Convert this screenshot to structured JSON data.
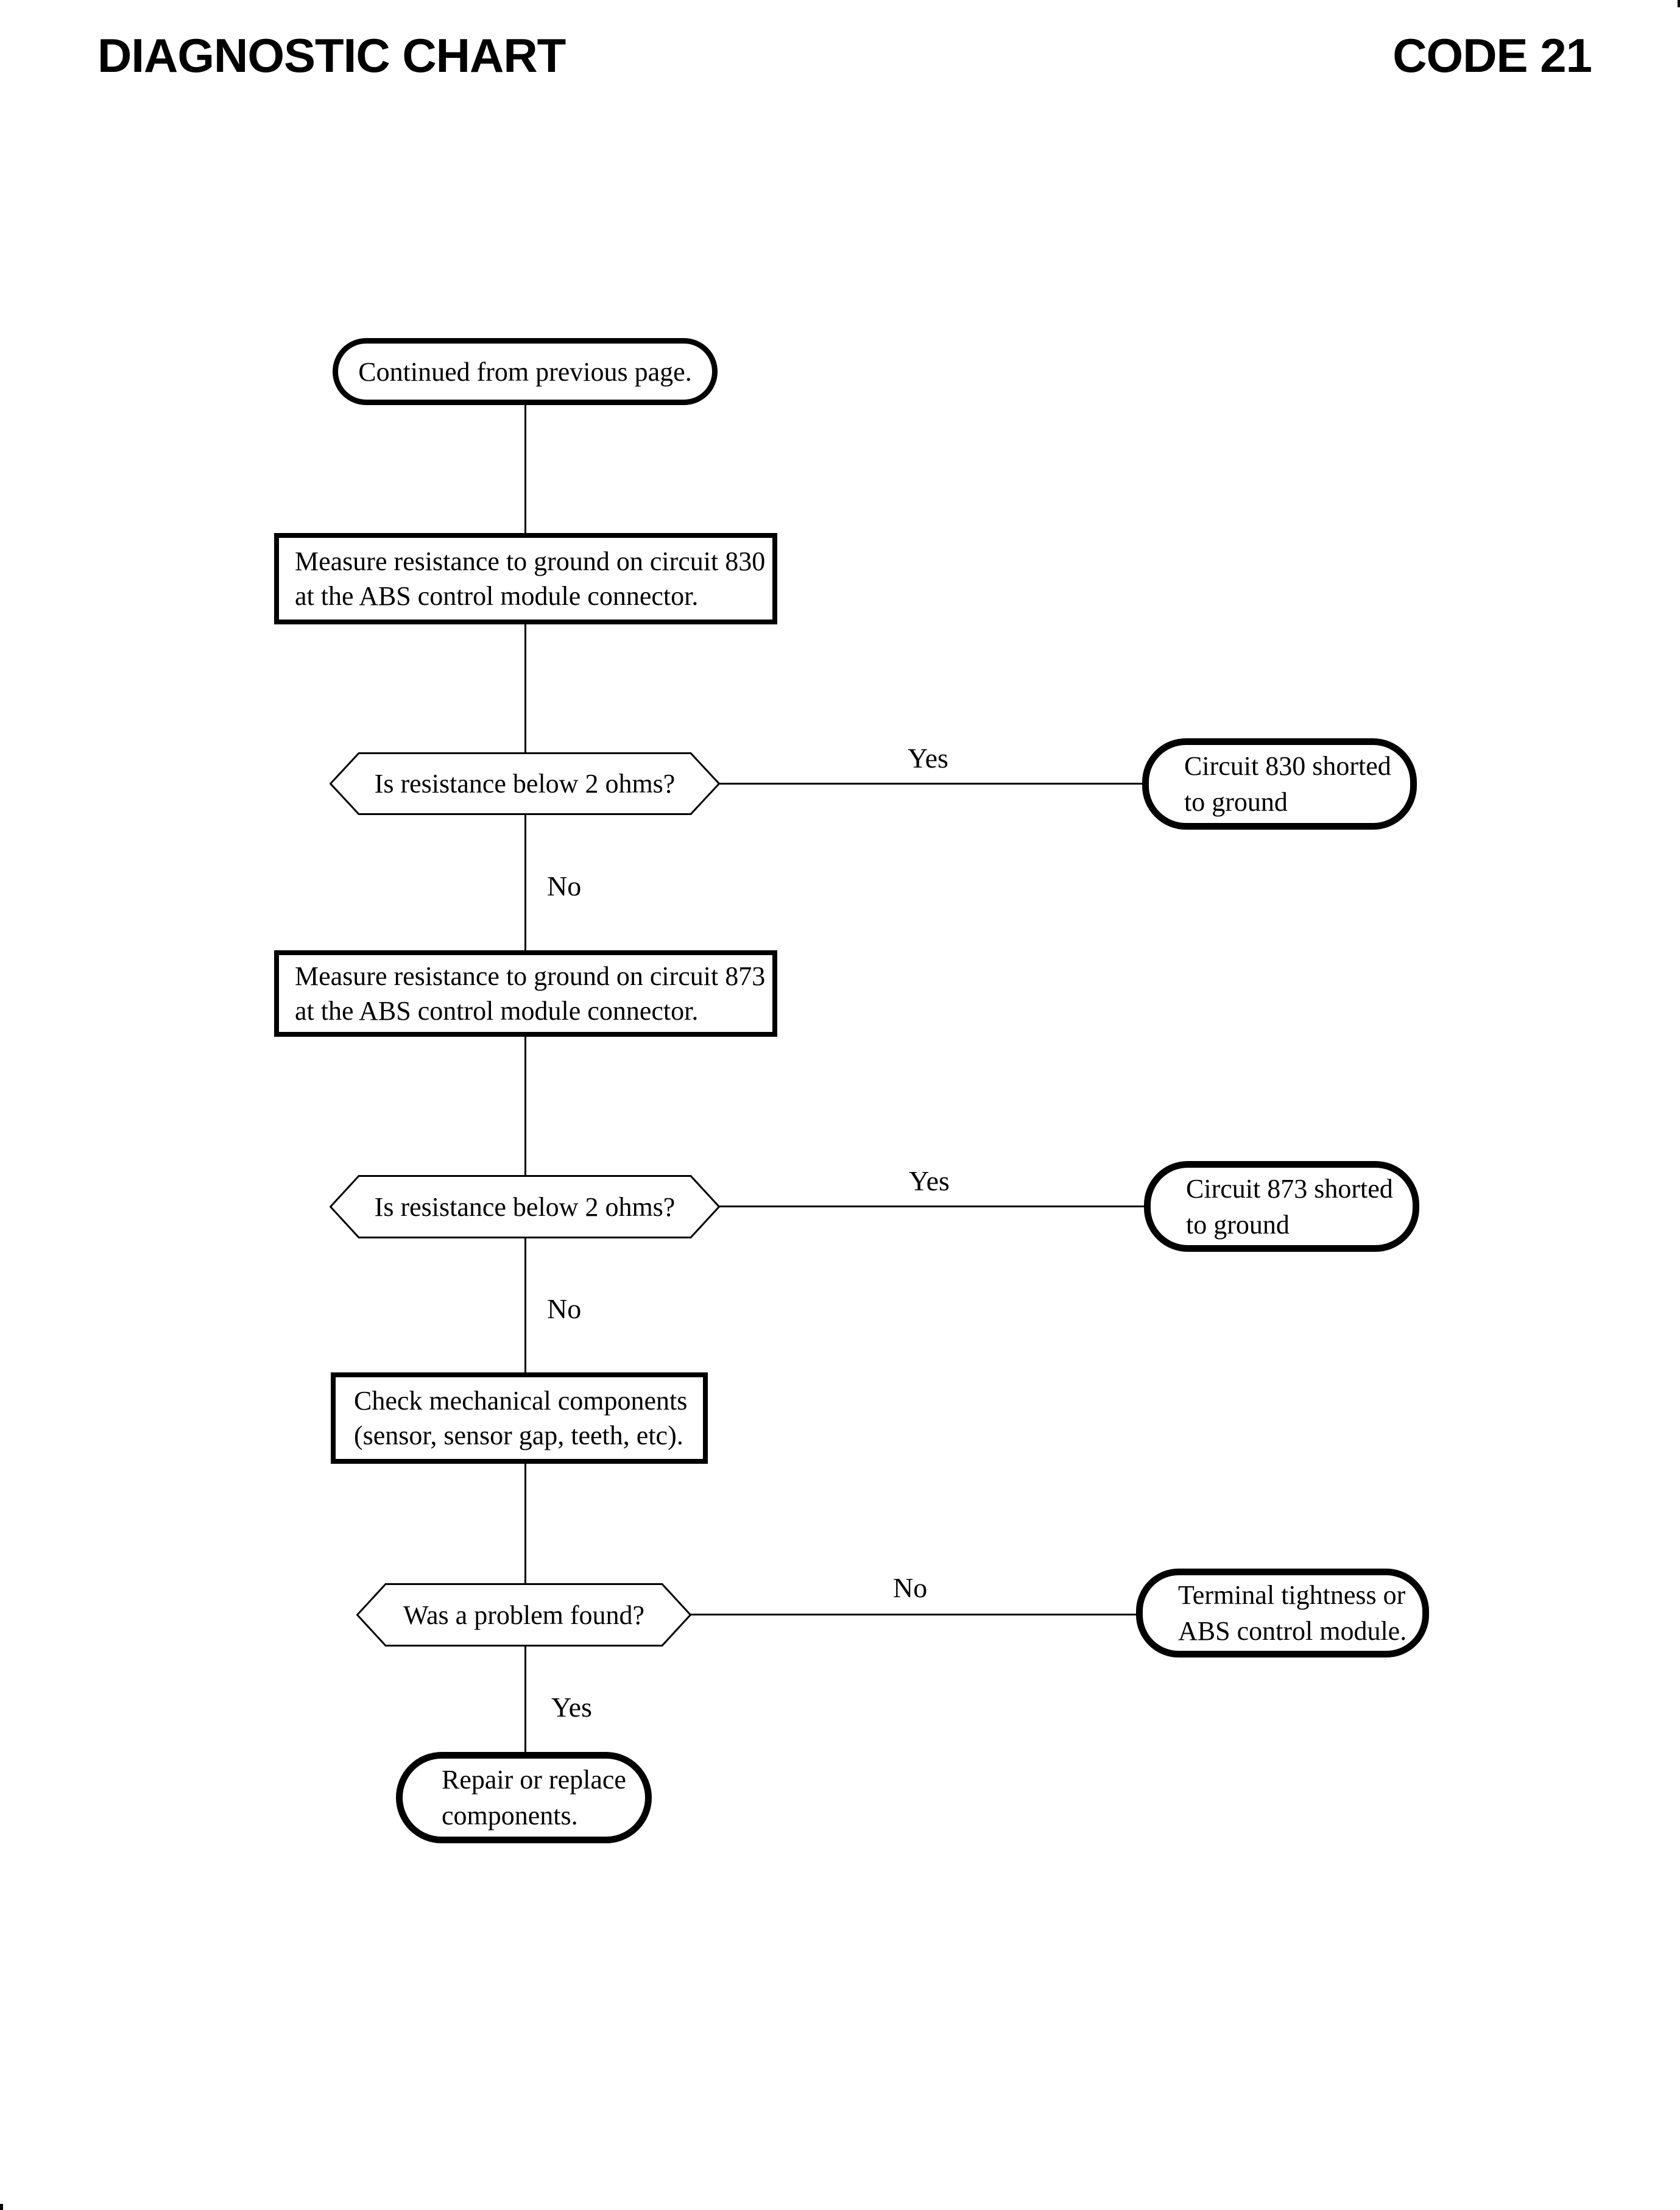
{
  "page": {
    "title": "DIAGNOSTIC CHART",
    "code": "CODE 21"
  },
  "colors": {
    "ink": "#000000",
    "paper": "#ffffff"
  },
  "flowchart": {
    "start": {
      "label": "Continued from previous page."
    },
    "step_830": {
      "line1": "Measure resistance to ground on circuit 830",
      "line2": "at the ABS control module connector."
    },
    "decision_830": {
      "question": "Is resistance below 2 ohms?",
      "yes_label": "Yes",
      "no_label": "No"
    },
    "result_830": {
      "line1": "Circuit 830 shorted",
      "line2": "to ground"
    },
    "step_873": {
      "line1": "Measure resistance to ground on circuit 873",
      "line2": "at the ABS control module connector."
    },
    "decision_873": {
      "question": "Is resistance below 2 ohms?",
      "yes_label": "Yes",
      "no_label": "No"
    },
    "result_873": {
      "line1": "Circuit 873 shorted",
      "line2": "to ground"
    },
    "step_mechanical": {
      "line1": "Check mechanical components",
      "line2": "(sensor, sensor gap, teeth, etc)."
    },
    "decision_problem": {
      "question": "Was a problem found?",
      "yes_label": "Yes",
      "no_label": "No"
    },
    "result_terminal": {
      "line1": "Terminal tightness or",
      "line2": "ABS control module."
    },
    "result_repair": {
      "line1": "Repair or replace",
      "line2": "components."
    }
  }
}
